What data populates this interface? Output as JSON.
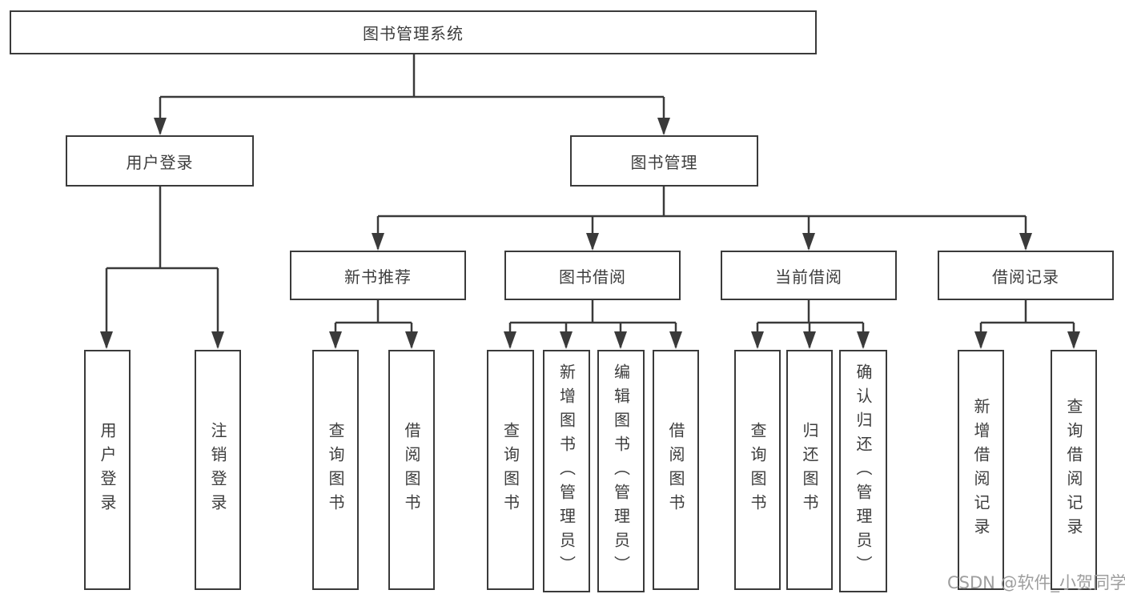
{
  "diagram": {
    "nodes": {
      "root": {
        "label": "图书管理系统"
      },
      "level2": [
        {
          "label": "用户登录"
        },
        {
          "label": "图书管理"
        }
      ],
      "level3": [
        {
          "label": "新书推荐",
          "parent": "图书管理"
        },
        {
          "label": "图书借阅",
          "parent": "图书管理"
        },
        {
          "label": "当前借阅",
          "parent": "图书管理"
        },
        {
          "label": "借阅记录",
          "parent": "图书管理"
        }
      ],
      "leaves": [
        {
          "label": "用户登录",
          "parent": "用户登录"
        },
        {
          "label": "注销登录",
          "parent": "用户登录"
        },
        {
          "label": "查询图书",
          "parent": "新书推荐"
        },
        {
          "label": "借阅图书",
          "parent": "新书推荐"
        },
        {
          "label": "查询图书",
          "parent": "图书借阅"
        },
        {
          "label": "新增图书（管理员）",
          "parent": "图书借阅"
        },
        {
          "label": "编辑图书（管理员）",
          "parent": "图书借阅"
        },
        {
          "label": "借阅图书",
          "parent": "图书借阅"
        },
        {
          "label": "查询图书",
          "parent": "当前借阅"
        },
        {
          "label": "归还图书",
          "parent": "当前借阅"
        },
        {
          "label": "确认归还（管理员）",
          "parent": "当前借阅"
        },
        {
          "label": "新增借阅记录",
          "parent": "借阅记录"
        },
        {
          "label": "查询借阅记录",
          "parent": "借阅记录"
        }
      ]
    },
    "hierarchy": {
      "图书管理系统": {
        "用户登录": [
          "用户登录",
          "注销登录"
        ],
        "图书管理": {
          "新书推荐": [
            "查询图书",
            "借阅图书"
          ],
          "图书借阅": [
            "查询图书",
            "新增图书（管理员）",
            "编辑图书（管理员）",
            "借阅图书"
          ],
          "当前借阅": [
            "查询图书",
            "归还图书",
            "确认归还（管理员）"
          ],
          "借阅记录": [
            "新增借阅记录",
            "查询借阅记录"
          ]
        }
      }
    }
  },
  "watermark": {
    "text": "CSDN @软件_小贺同学"
  },
  "colors": {
    "line": "#3a3a3a",
    "box_border": "#3a3a3a",
    "text": "#3d3d3d",
    "watermark": "#9e9e9e",
    "background": "#ffffff"
  }
}
